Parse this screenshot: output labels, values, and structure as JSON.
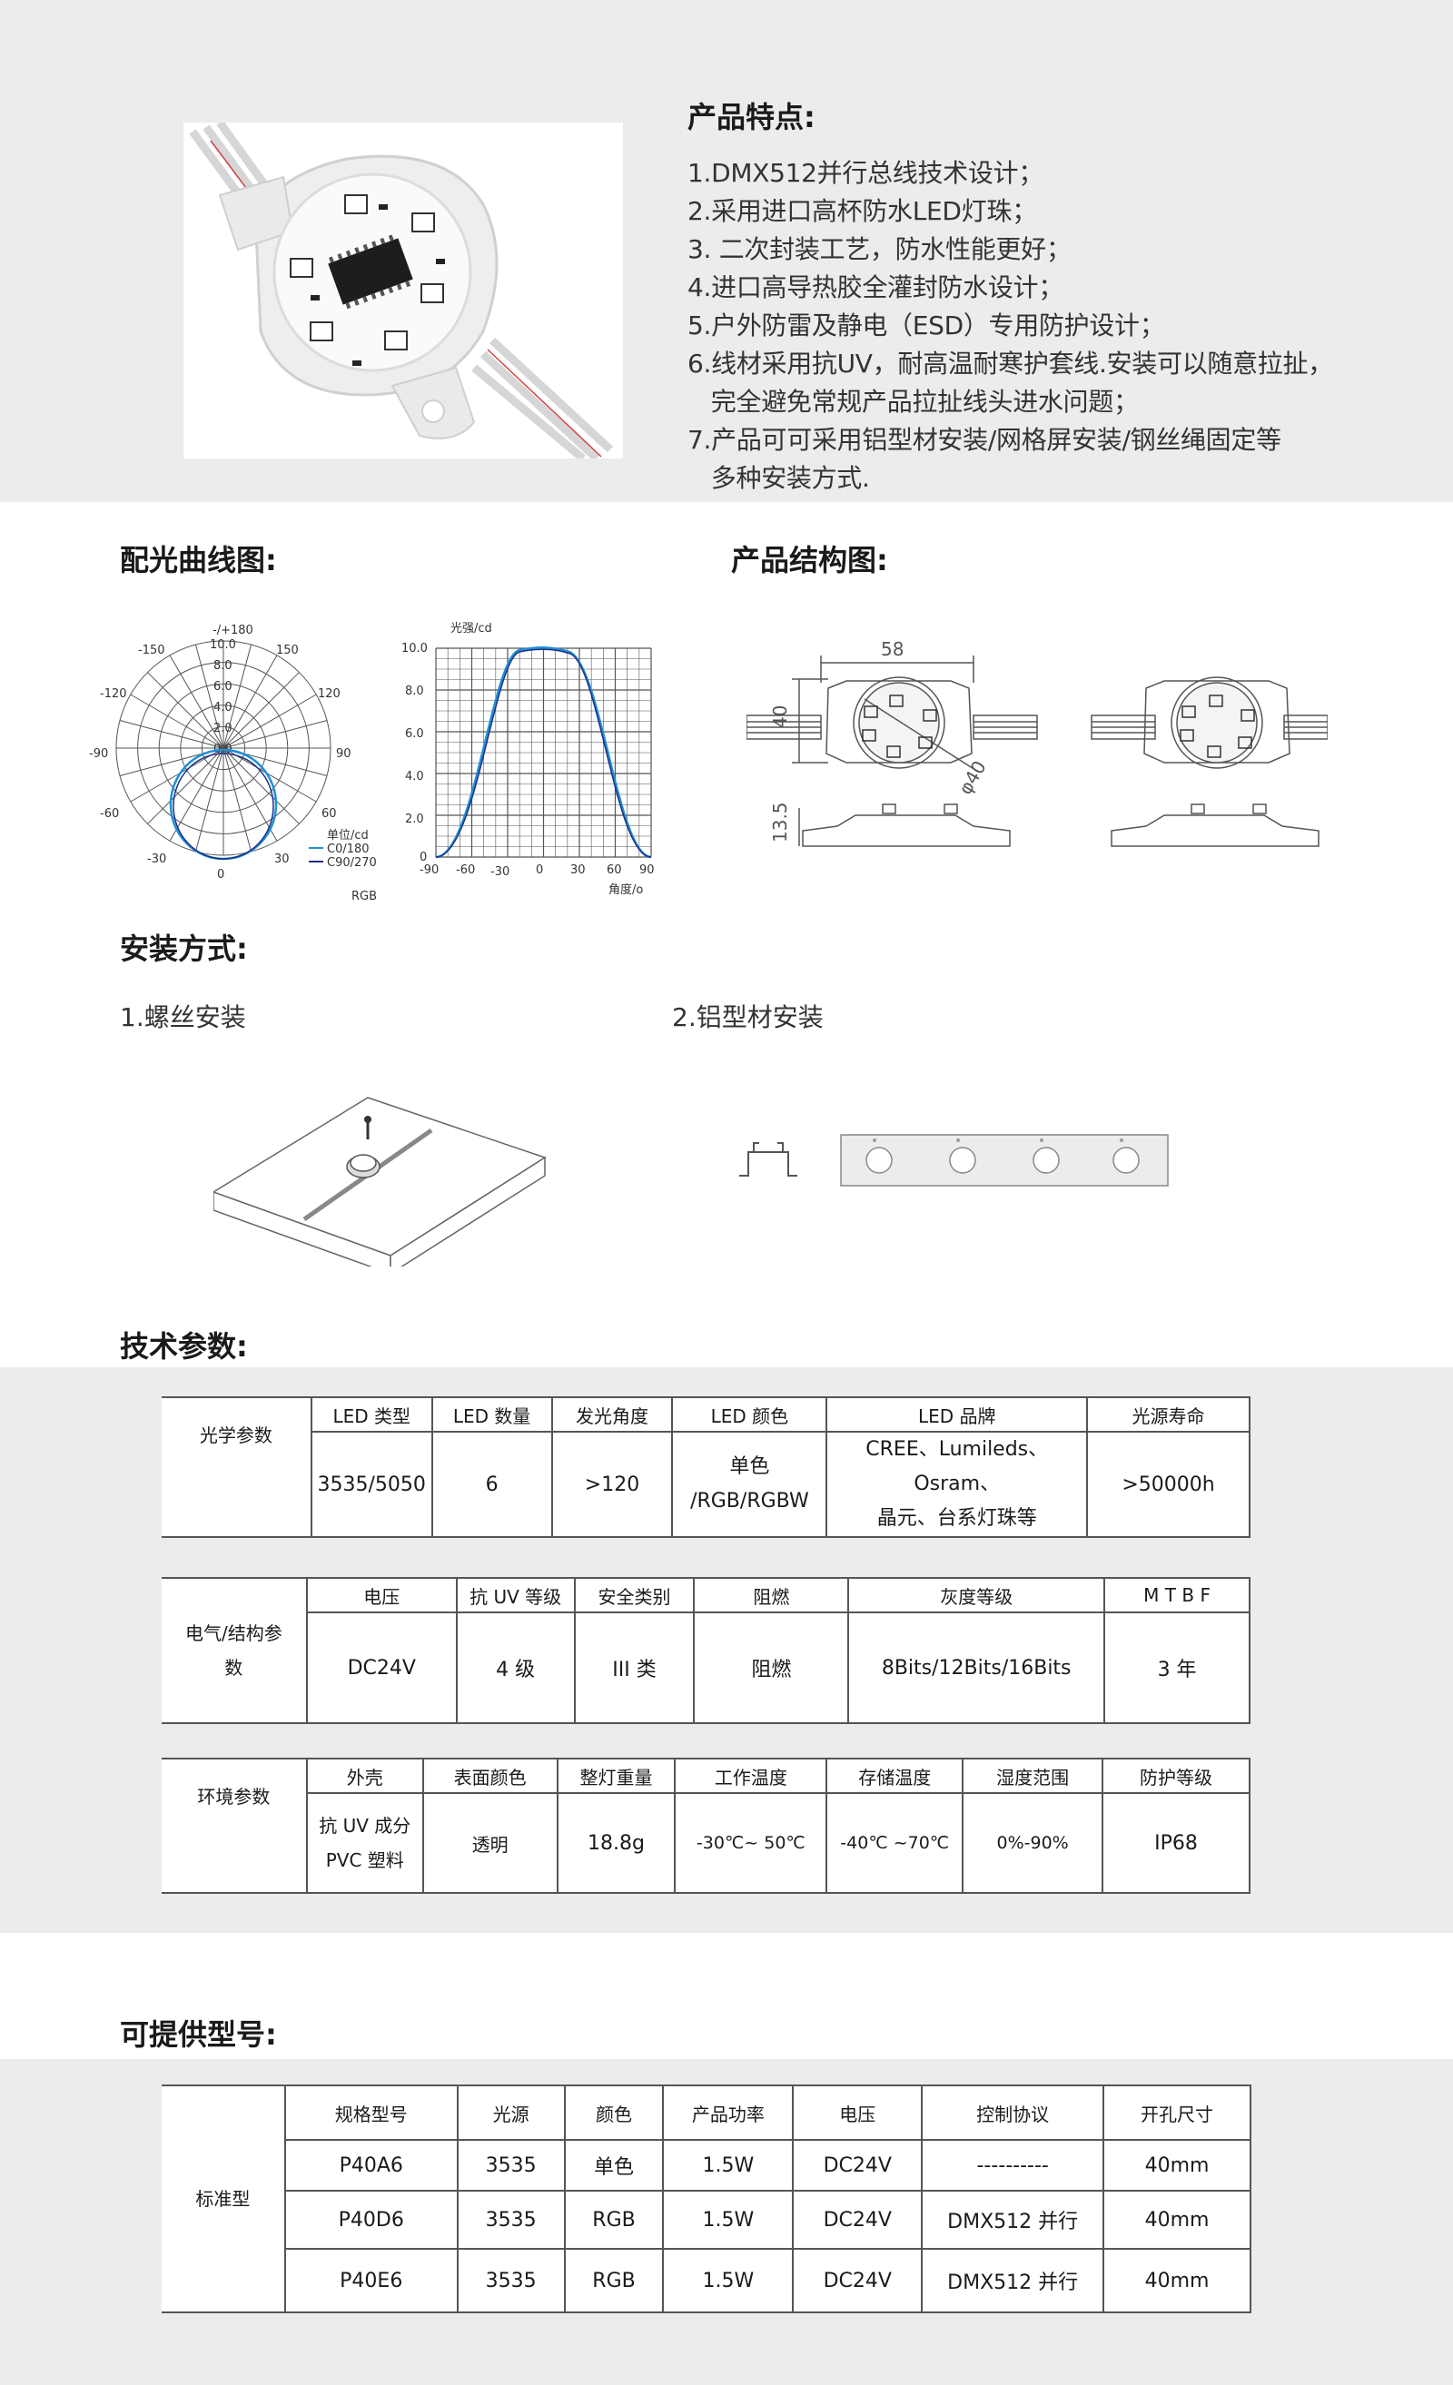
{
  "features": {
    "title": "产品特点:",
    "lines": [
      "1.DMX512并行总线技术设计；",
      "2.采用进口高杯防水LED灯珠；",
      "3. 二次封装工艺，防水性能更好；",
      "4.进口高导热胶全灌封防水设计；",
      "5.户外防雷及静电（ESD）专用防护设计；",
      "6.线材采用抗UV，耐高温耐寒护套线.安装可以随意拉扯，",
      "   完全避免常规产品拉扯线头进水问题；",
      "7.产品可可采用铝型材安装/网格屏安装/钢丝绳固定等",
      "   多种安装方式."
    ]
  },
  "sections": {
    "light_curve": "配光曲线图:",
    "structure": "产品结构图:",
    "install": "安装方式:",
    "tech": "技术参数:",
    "models": "可提供型号:"
  },
  "install": {
    "method1": "1.螺丝安装",
    "method2": "2.铝型材安装"
  },
  "polar_chart": {
    "top_label": "-/+180",
    "angles": [
      "-150",
      "150",
      "-120",
      "120",
      "-90",
      "90",
      "-60",
      "60",
      "-30",
      "30",
      "0"
    ],
    "radial_ticks": [
      "10.0",
      "8.0",
      "6.0",
      "4.0",
      "2.0",
      "0.0"
    ],
    "legend_title": "单位/cd",
    "legend_c0": "C0/180",
    "legend_c90": "C90/270",
    "footer": "RGB"
  },
  "line_chart": {
    "ylabel": "光强/cd",
    "xlabel": "角度/o",
    "yticks": [
      "10.0",
      "8.0",
      "6.0",
      "4.0",
      "2.0",
      "0"
    ],
    "xticks": [
      "-90",
      "-60",
      "-30",
      "0",
      "30",
      "60",
      "90"
    ]
  },
  "structure": {
    "dim_width": "58",
    "dim_height": "40",
    "dim_diameter": "φ40",
    "dim_thickness": "13.5"
  },
  "table1": {
    "group": "光学参数",
    "headers": [
      "LED 类型",
      "LED 数量",
      "发光角度",
      "LED 颜色",
      "LED 品牌",
      "光源寿命"
    ],
    "type": "3535/5050",
    "qty": "6",
    "angle": ">120",
    "color1": "单色",
    "color2": "/RGB/RGBW",
    "brand1": "CREE、Lumileds、Osram、",
    "brand2": "晶元、台系灯珠等",
    "life": ">50000h"
  },
  "table2": {
    "group1": "电气/结构参",
    "group2": "数",
    "headers": [
      "电压",
      "抗 UV 等级",
      "安全类别",
      "阻燃",
      "灰度等级",
      "M T B F"
    ],
    "values": [
      "DC24V",
      "4 级",
      "III 类",
      "阻燃",
      "8Bits/12Bits/16Bits",
      "3 年"
    ]
  },
  "table3": {
    "group": "环境参数",
    "headers": [
      "外壳",
      "表面颜色",
      "整灯重量",
      "工作温度",
      "存储温度",
      "湿度范围",
      "防护等级"
    ],
    "shell1": "抗 UV 成分",
    "shell2": "PVC 塑料",
    "values": [
      "透明",
      "18.8g",
      "-30℃~ 50℃",
      "-40℃  ~70℃",
      "0%-90%",
      "IP68"
    ]
  },
  "models_table": {
    "group": "标准型",
    "headers": [
      "规格型号",
      "光源",
      "颜色",
      "产品功率",
      "电压",
      "控制协议",
      "开孔尺寸"
    ],
    "rows": [
      [
        "P40A6",
        "3535",
        "单色",
        "1.5W",
        "DC24V",
        "----------",
        "40mm"
      ],
      [
        "P40D6",
        "3535",
        "RGB",
        "1.5W",
        "DC24V",
        "DMX512 并行",
        "40mm"
      ],
      [
        "P40E6",
        "3535",
        "RGB",
        "1.5W",
        "DC24V",
        "DMX512 并行",
        "40mm"
      ]
    ]
  },
  "colors": {
    "band": "#ececec",
    "curve_c0": "#1e8fd6",
    "curve_c90": "#1c2f86"
  }
}
